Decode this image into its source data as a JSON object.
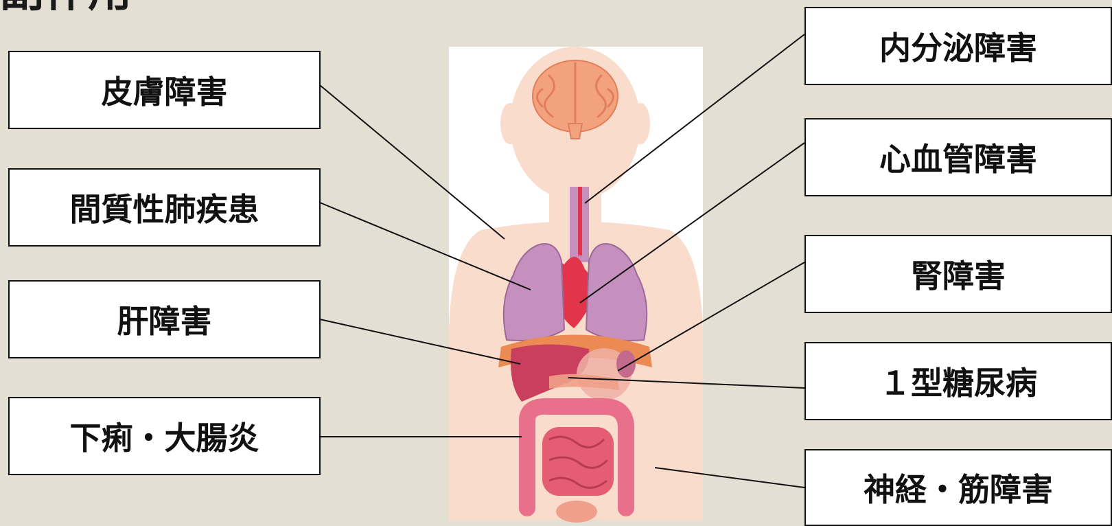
{
  "header": {
    "cutoff_title": "副作用"
  },
  "left_labels": [
    {
      "id": "skin",
      "text": "皮膚障害"
    },
    {
      "id": "lung",
      "text": "間質性肺疾患"
    },
    {
      "id": "liver",
      "text": "肝障害"
    },
    {
      "id": "colitis",
      "text": "下痢・大腸炎"
    }
  ],
  "right_labels": [
    {
      "id": "endocrine",
      "text": "内分泌障害"
    },
    {
      "id": "cardio",
      "text": "心血管障害"
    },
    {
      "id": "kidney",
      "text": "腎障害"
    },
    {
      "id": "diabetes",
      "text": "１型糖尿病"
    },
    {
      "id": "neuro",
      "text": "神経・筋障害"
    }
  ],
  "colors": {
    "background": "#e4dfd3",
    "skin": "#f9dccb",
    "brain": "#f3a27e",
    "lungs": "#c58fbe",
    "heart": "#e2354b",
    "liver": "#c93f5d",
    "diaphragm": "#eb8a52",
    "intestine": "#e9708a",
    "line": "#111111"
  },
  "icons": [
    "brain-icon",
    "trachea-icon",
    "lungs-icon",
    "heart-icon",
    "liver-icon",
    "stomach-icon",
    "pancreas-icon",
    "small-intestine-icon",
    "large-intestine-icon"
  ]
}
